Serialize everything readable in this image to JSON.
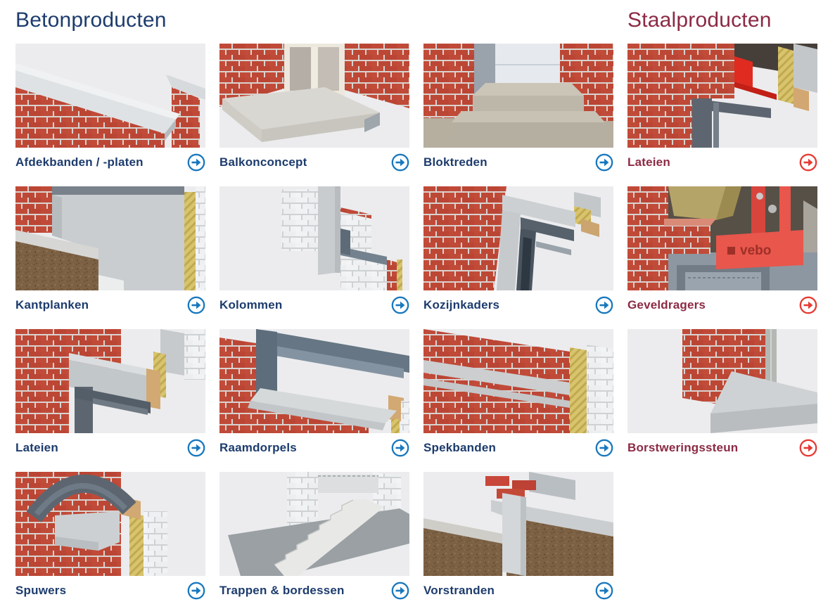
{
  "theme": {
    "beton_color": "#1d3c6d",
    "staal_color": "#8c2a44",
    "beton_arrow_color": "#1878be",
    "staal_arrow_color": "#e63a33",
    "tile_background": "#ececee"
  },
  "sections": {
    "beton": {
      "title": "Betonproducten"
    },
    "staal": {
      "title": "Staalproducten"
    }
  },
  "brand": {
    "geveldrager_logo_text": "vebo"
  },
  "cards": [
    {
      "label": "Afdekbanden / -platen",
      "section": "beton",
      "image_alt": "Brick garden wall with concrete coping stones on top"
    },
    {
      "label": "Balkonconcept",
      "section": "beton",
      "image_alt": "Concrete balcony slab below white french doors in a brick facade"
    },
    {
      "label": "Bloktreden",
      "section": "beton",
      "image_alt": "Two concrete block steps in front of a white door between brick walls"
    },
    {
      "label": "Lateien",
      "section": "staal",
      "image_alt": "Red steel lintel above a dark window frame in a brick cavity wall"
    },
    {
      "label": "Kantplanken",
      "section": "beton",
      "image_alt": "Concrete edge plank cross-section at ground level with soil and insulation"
    },
    {
      "label": "Kolommen",
      "section": "beton",
      "image_alt": "Concrete column within a white masonry wall with steel corner"
    },
    {
      "label": "Kozijnkaders",
      "section": "beton",
      "image_alt": "Concrete window frame surround in a red brick facade"
    },
    {
      "label": "Geveldragers",
      "section": "staal",
      "image_alt": "Red steel facade support bracket with vebo branding in a cavity wall"
    },
    {
      "label": "Lateien",
      "section": "beton",
      "image_alt": "Concrete lintel above a dark window frame in a brick cavity wall"
    },
    {
      "label": "Raamdorpels",
      "section": "beton",
      "image_alt": "Concrete window sill under a blue-grey window frame on a brick wall"
    },
    {
      "label": "Spekbanden",
      "section": "beton",
      "image_alt": "Light concrete bands running through a red brick wall with insulation"
    },
    {
      "label": "Borstweringssteun",
      "section": "staal",
      "image_alt": "Steel parapet support between a brick wall and a concrete floor slab"
    },
    {
      "label": "Spuwers",
      "section": "beton",
      "image_alt": "Concrete water spout under a brick arch with grey gutter profile"
    },
    {
      "label": "Trappen & bordessen",
      "section": "beton",
      "image_alt": "Concrete staircase and landing against white masonry walls"
    },
    {
      "label": "Vorstranden",
      "section": "beton",
      "image_alt": "Concrete frost edge between ground beams with bricks on top"
    }
  ]
}
